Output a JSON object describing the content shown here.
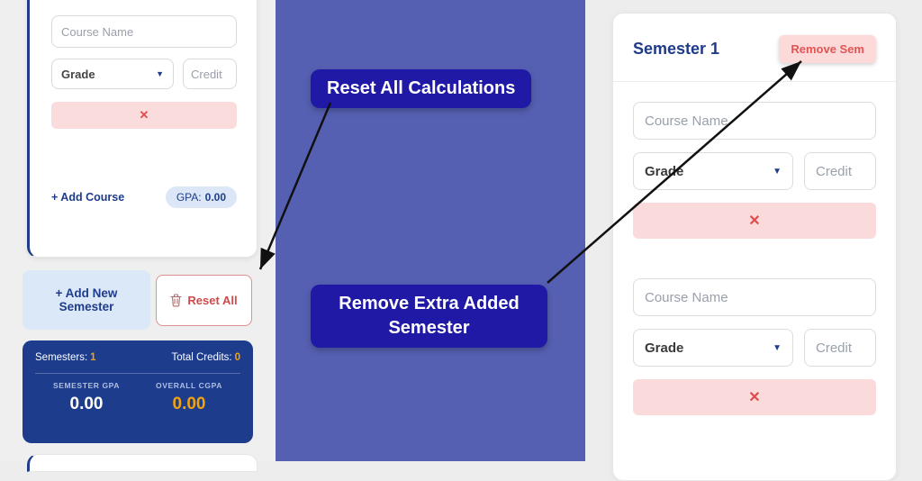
{
  "colors": {
    "navy": "#1e3c8c",
    "indigo_background": "#5560b2",
    "callout_pill_blue": "#2019a6",
    "orange_accent": "#f2a20c",
    "pink_background": "#fbdcdc",
    "red_accent": "#e14b4b",
    "light_blue_button": "#dbe8f8"
  },
  "icons": {
    "remove_x": "✕",
    "chevron_down": "▼"
  },
  "left_app": {
    "course_form": {
      "course_name_placeholder": "Course Name",
      "grade_label": "Grade",
      "credit_placeholder": "Credit"
    },
    "add_course_label": "+ Add Course",
    "gpa_label": "GPA:",
    "gpa_value": "0.00",
    "add_semester_label": "+ Add New Semester",
    "reset_all_label": "Reset All",
    "summary": {
      "semesters_label": "Semesters:",
      "semesters_value": "1",
      "total_credits_label": "Total Credits:",
      "total_credits_value": "0",
      "semester_gpa_label": "SEMESTER GPA",
      "semester_gpa_value": "0.00",
      "overall_cgpa_label": "OVERALL CGPA",
      "overall_cgpa_value": "0.00"
    }
  },
  "annotations": {
    "reset_callout": "Reset All Calculations",
    "remove_callout": "Remove Extra Added Semester"
  },
  "right_app": {
    "semester_title": "Semester 1",
    "remove_sem_label": "Remove Sem",
    "courses": [
      {
        "course_name_placeholder": "Course Name",
        "grade_label": "Grade",
        "credit_placeholder": "Credit"
      },
      {
        "course_name_placeholder": "Course Name",
        "grade_label": "Grade",
        "credit_placeholder": "Credit"
      }
    ]
  }
}
